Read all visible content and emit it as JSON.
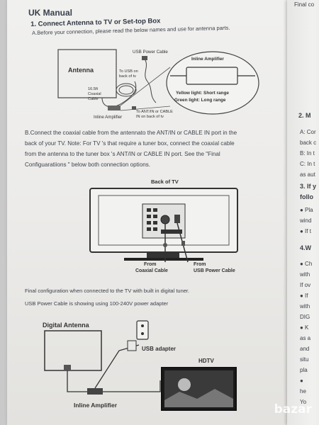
{
  "manual_title": "UK Manual",
  "step1_heading": "1. Connect Antenna to TV or Set-top Box",
  "step1_intro": "A.Before your connection, please read the below names and use for antenna parts.",
  "diagram1": {
    "antenna": "Antenna",
    "usb_power_cable": "USB Power Cable",
    "to_usb_on": "To USB on",
    "back_of_tv_1": "back of tv",
    "cable_len": "16.5ft",
    "coaxial": "Coaxial",
    "cable": "Cable",
    "inline_amplifier_box": "Inline Amplifier",
    "yellow_light": "Yellow light: Short range",
    "green_light": "Green light: Long range",
    "inline_amplifier": "Inline Amplifier",
    "to_ant_in": "To ANT/IN or CABLE",
    "in_on_back": "IN on back of tv"
  },
  "step1_b_lines": [
    "B.Connect the coaxial cable from the antennato the ANT/IN or CABLE IN port in the",
    "back of your TV. Note: For TV 's that require a tuner box, connect the coaxial cable",
    "from the antenna to the tuner box 's ANT/IN or CABLE IN port. See the \"Final",
    "Configuaratiions \" below both connection options."
  ],
  "diagram2": {
    "back_of_tv": "Back of TV",
    "from_coax_1": "From",
    "from_coax_2": "Coaxial Cable",
    "from_usb_1": "From",
    "from_usb_2": "USB Power Cable"
  },
  "final_caption_1": "Final configuration when connected to the TV with built in digital tuner.",
  "final_caption_2": "USB Power Cable is showing using 100-240V power adapter",
  "diagram3": {
    "digital_antenna": "Digital Antenna",
    "usb_adapter": "USB adapter",
    "hdtv": "HDTV",
    "inline_amplifier": "Inline Amplifier"
  },
  "next_page": {
    "top": "Final co",
    "lines": [
      "2. M",
      "A: Cor",
      "back c",
      "B: In t",
      "C: In t",
      "as aut",
      "3. If y",
      "follo",
      "● Pla",
      "wind",
      "● If t",
      "4.W",
      "● Ch",
      "with",
      "If ov",
      "● If",
      "with",
      "DIG",
      "● K",
      "as a",
      "and",
      "situ",
      "pla",
      "●",
      "he",
      "Yo"
    ]
  },
  "watermark": "bazar"
}
